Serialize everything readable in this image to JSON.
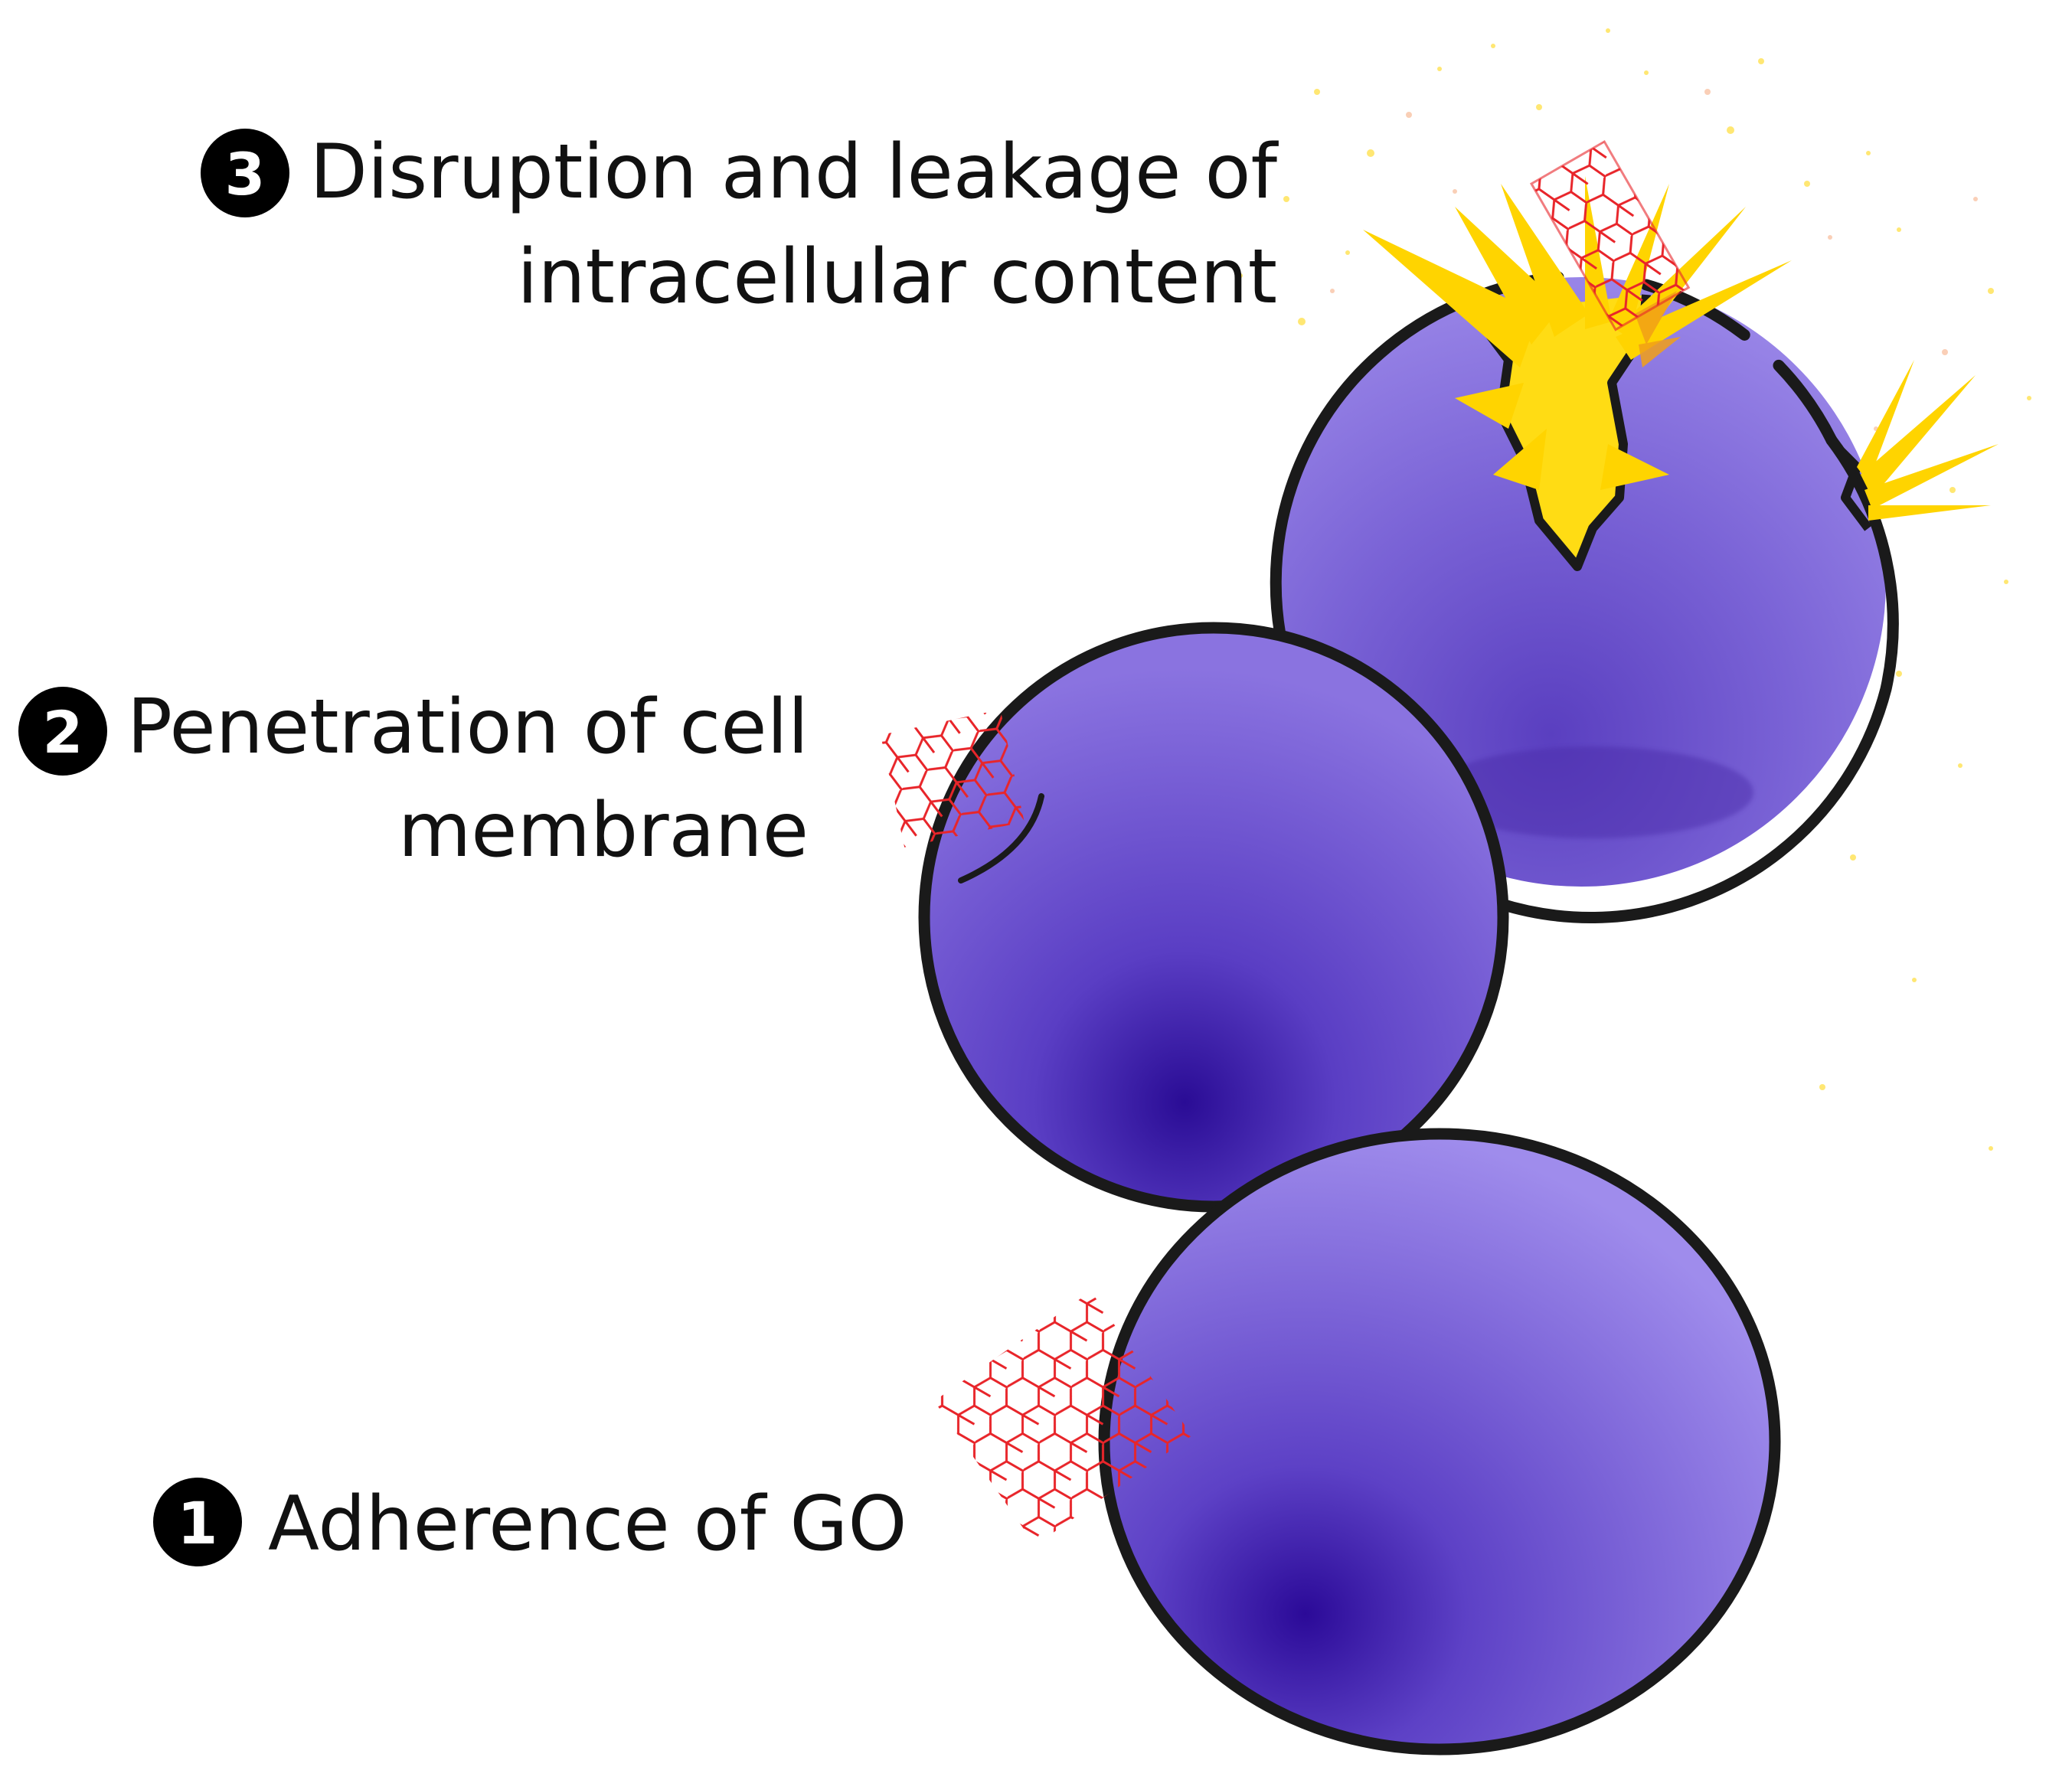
{
  "steps": [
    {
      "number": "3",
      "line1": "Disruption and leakage of",
      "line2": "intracellular content"
    },
    {
      "number": "2",
      "line1": "Penetration of cell",
      "line2": "membrane"
    },
    {
      "number": "1",
      "line1": "Adherence of GO"
    }
  ],
  "colors": {
    "cell_light": "#9b86e8",
    "cell_mid": "#6e57cf",
    "cell_dark": "#2d0f9a",
    "membrane": "#1a1a1a",
    "graphene_oxide": "#e8252a",
    "burst": "#ffd400",
    "burst_orange": "#f5a020",
    "badge": "#000000"
  }
}
